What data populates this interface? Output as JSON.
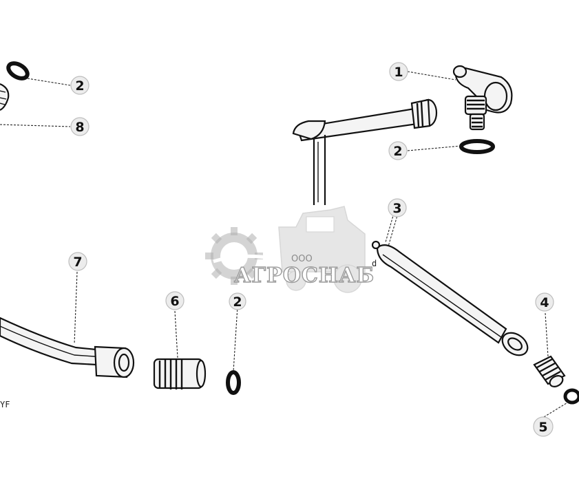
{
  "callouts": [
    {
      "id": "c1",
      "label": "1"
    },
    {
      "id": "c2a",
      "label": "2"
    },
    {
      "id": "c2b",
      "label": "2"
    },
    {
      "id": "c2c",
      "label": "2"
    },
    {
      "id": "c3",
      "label": "3"
    },
    {
      "id": "c4",
      "label": "4"
    },
    {
      "id": "c5",
      "label": "5"
    },
    {
      "id": "c6",
      "label": "6"
    },
    {
      "id": "c7",
      "label": "7"
    },
    {
      "id": "c8",
      "label": "8"
    }
  ],
  "watermark": {
    "brand": "АГРОСНАБ",
    "prefix": "ООО"
  },
  "fragments": {
    "corner": "YF",
    "small_d": "d"
  }
}
